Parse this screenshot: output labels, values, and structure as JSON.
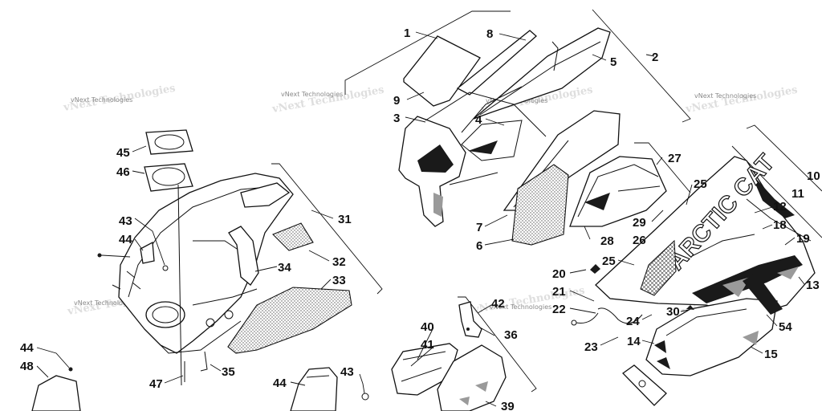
{
  "watermark": "vNext Technologies",
  "brand_logo": "ARCTIC CAT",
  "callouts": {
    "c1": "1",
    "c2": "2",
    "c3": "3",
    "c4": "4",
    "c5": "5",
    "c6": "6",
    "c7": "7",
    "c8": "8",
    "c9": "9",
    "c10": "10",
    "c11": "11",
    "c12": "12",
    "c13": "13",
    "c14": "14",
    "c15": "15",
    "c18": "18",
    "c19": "19",
    "c20": "20",
    "c21": "21",
    "c22": "22",
    "c23": "23",
    "c24": "24",
    "c25a": "25",
    "c25b": "25",
    "c26": "26",
    "c27": "27",
    "c28": "28",
    "c29": "29",
    "c30": "30",
    "c31": "31",
    "c32": "32",
    "c33": "33",
    "c34": "34",
    "c35": "35",
    "c36": "36",
    "c39": "39",
    "c40": "40",
    "c41": "41",
    "c42": "42",
    "c43a": "43",
    "c43b": "43",
    "c44a": "44",
    "c44b": "44",
    "c44c": "44",
    "c45": "45",
    "c46": "46",
    "c47": "47",
    "c48": "48",
    "c54": "54"
  }
}
